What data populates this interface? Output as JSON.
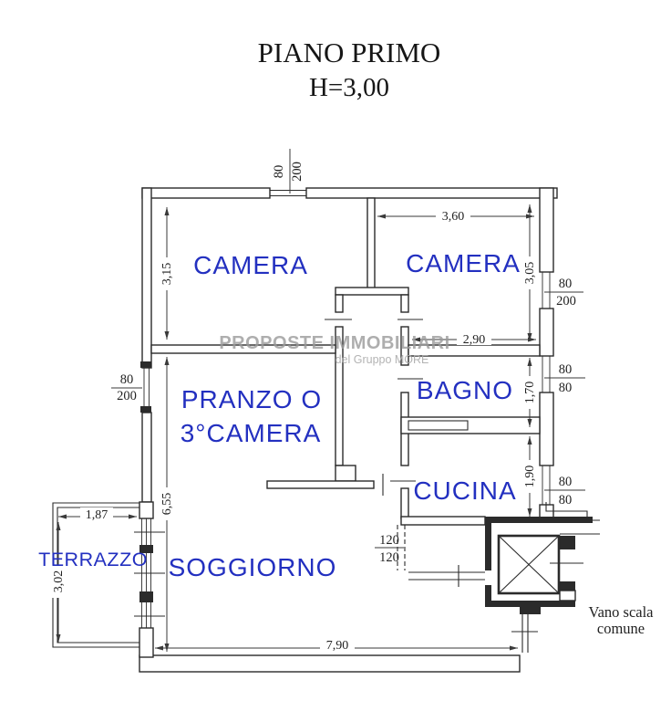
{
  "title": {
    "line1": "PIANO PRIMO",
    "line2": "H=3,00"
  },
  "watermark": {
    "line1": "PROPOSTE IMMOBILIARI",
    "line2": "del Gruppo MORE"
  },
  "rooms": {
    "camera_left": "CAMERA",
    "camera_right": "CAMERA",
    "pranzo_line1": "PRANZO O",
    "pranzo_line2": "3°CAMERA",
    "bagno": "BAGNO",
    "cucina": "CUCINA",
    "soggiorno": "SOGGIORNO",
    "terrazzo": "TERRAZZO"
  },
  "dimensions": {
    "camera_left_height": "3,15",
    "camera_right_width": "3,60",
    "camera_right_height": "3,05",
    "bagno_width": "2,90",
    "bagno_height": "1,70",
    "cucina_height": "1,90",
    "interior_height": "6,55",
    "terrazzo_width": "1,87",
    "terrazzo_height": "3,02",
    "apartment_width": "7,90"
  },
  "openings": {
    "top_window": {
      "w": "80",
      "h": "200"
    },
    "left_window": {
      "w": "80",
      "h": "200"
    },
    "right_window1": {
      "w": "80",
      "h": "200"
    },
    "right_window2": {
      "w": "80",
      "h": "80"
    },
    "right_window3": {
      "w": "80",
      "h": "80"
    },
    "passage": {
      "w": "120",
      "h": "120"
    }
  },
  "annotations": {
    "stair_line1": "Vano scala",
    "stair_line2": "comune"
  },
  "colors": {
    "room_label": "#2330c0",
    "wall": "#2b2b2b",
    "watermark": "#9a9a9a"
  }
}
